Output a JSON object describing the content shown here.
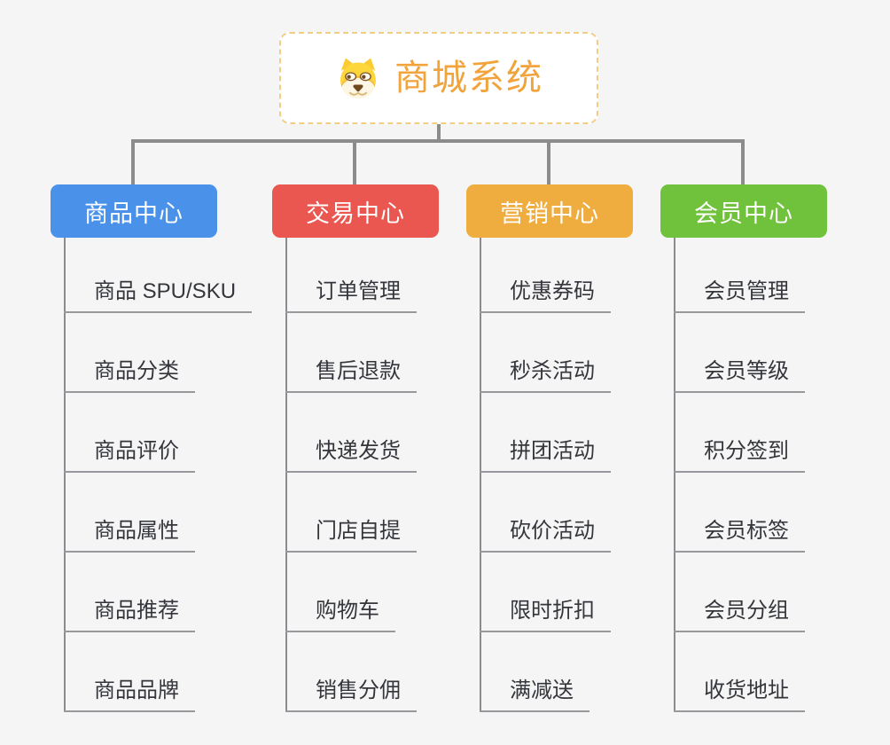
{
  "root": {
    "title": "商城系统",
    "icon": "doge-icon",
    "text_color": "#f1a33c",
    "border_color": "#f3cd85",
    "background": "#ffffff"
  },
  "colors": {
    "canvas_background": "#f5f5f6",
    "connector": "#8c8c8c",
    "leaf_underline": "#98989d",
    "leaf_text": "#34363b"
  },
  "branches": [
    {
      "label": "商品中心",
      "color": "#4a91ea",
      "items": [
        "商品 SPU/SKU",
        "商品分类",
        "商品评价",
        "商品属性",
        "商品推荐",
        "商品品牌"
      ]
    },
    {
      "label": "交易中心",
      "color": "#e95750",
      "items": [
        "订单管理",
        "售后退款",
        "快递发货",
        "门店自提",
        "购物车",
        "销售分佣"
      ]
    },
    {
      "label": "营销中心",
      "color": "#eead3e",
      "items": [
        "优惠券码",
        "秒杀活动",
        "拼团活动",
        "砍价活动",
        "限时折扣",
        "满减送"
      ]
    },
    {
      "label": "会员中心",
      "color": "#70c13c",
      "items": [
        "会员管理",
        "会员等级",
        "积分签到",
        "会员标签",
        "会员分组",
        "收货地址"
      ]
    }
  ]
}
